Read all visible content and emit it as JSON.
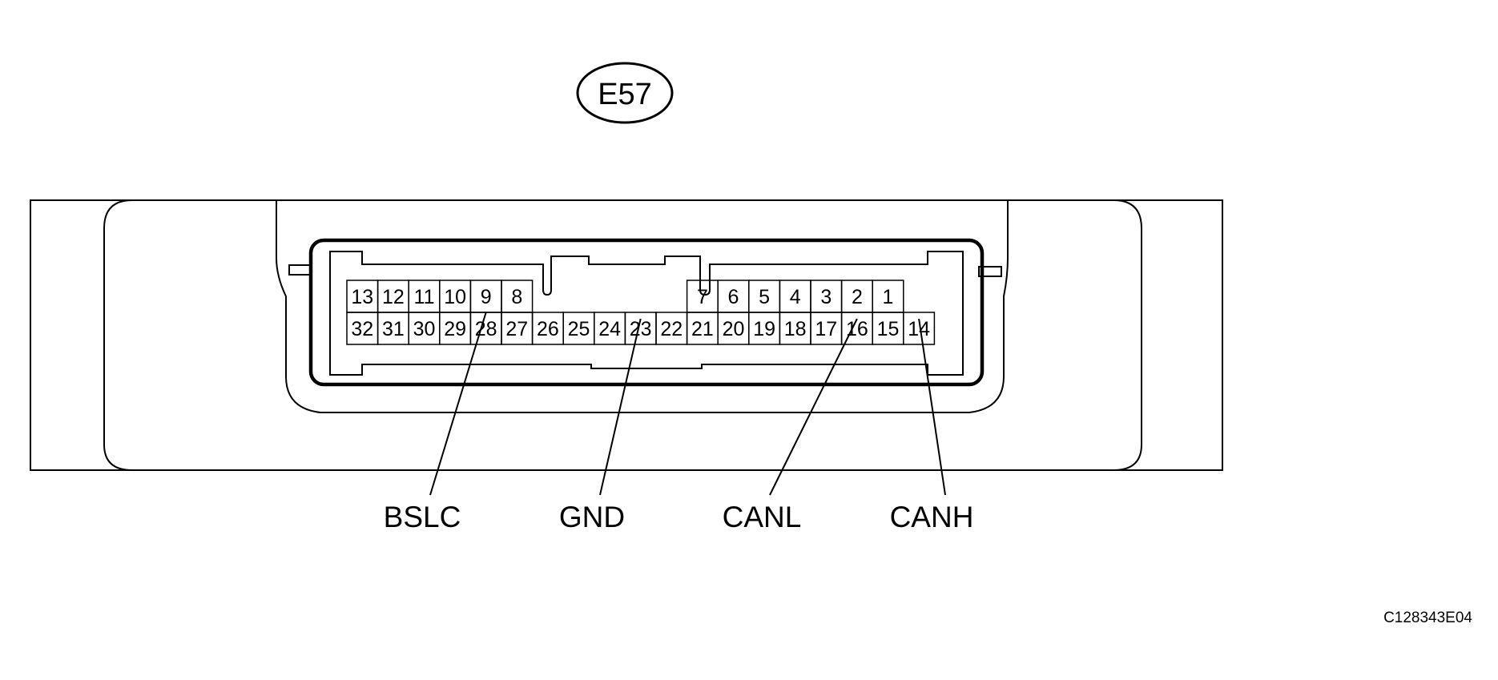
{
  "connector_id": "E57",
  "figure_code": "C128343E04",
  "top_row_pins": [
    "13",
    "12",
    "11",
    "10",
    "9",
    "8",
    "",
    "",
    "",
    "",
    "",
    "7",
    "6",
    "5",
    "4",
    "3",
    "2",
    "1"
  ],
  "bottom_row_pins": [
    "32",
    "31",
    "30",
    "29",
    "28",
    "27",
    "26",
    "25",
    "24",
    "23",
    "22",
    "21",
    "20",
    "19",
    "18",
    "17",
    "16",
    "15",
    "14"
  ],
  "signals": [
    {
      "label": "BSLC",
      "pin": "9"
    },
    {
      "label": "GND",
      "pin": "23"
    },
    {
      "label": "CANL",
      "pin": "16"
    },
    {
      "label": "CANH",
      "pin": "14"
    }
  ]
}
